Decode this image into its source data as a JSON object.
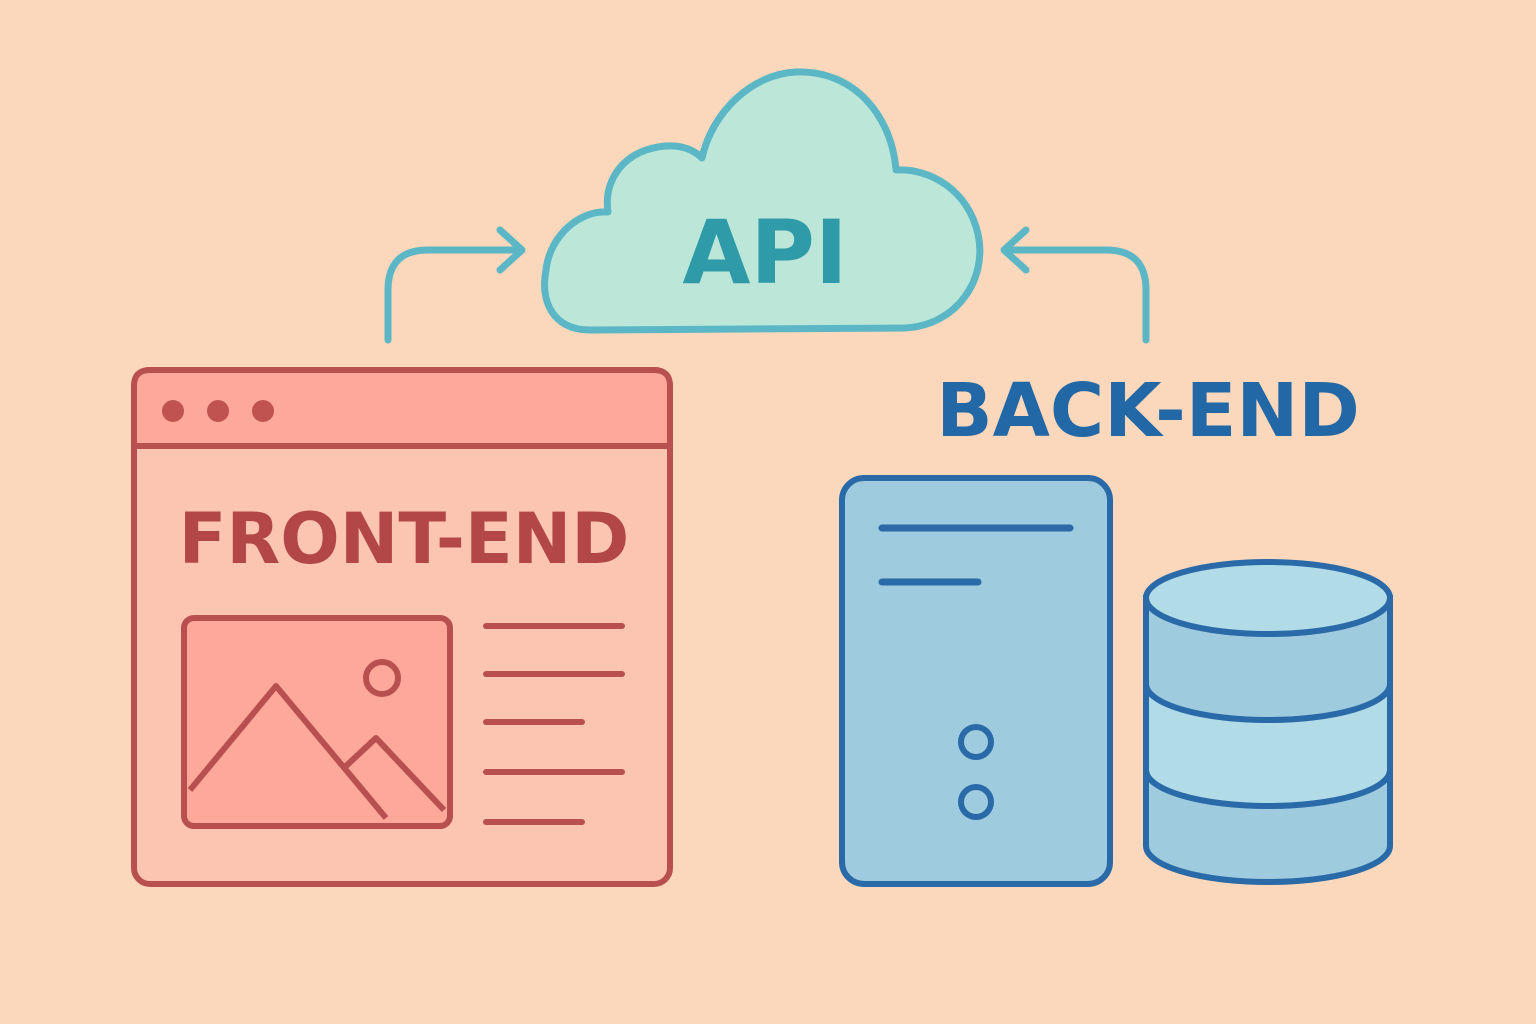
{
  "labels": {
    "api": "API",
    "front_end": "FRONT-END",
    "back_end": "BACK-END"
  },
  "colors": {
    "background": "#fbd8bb",
    "cloud_fill": "#bce7d8",
    "cloud_stroke": "#5bb7c5",
    "api_text": "#2f9aa8",
    "frontend_stroke": "#b8504f",
    "frontend_text": "#b34747",
    "frontend_fill": "#fcc5b2",
    "frontend_titlebar": "#fda89a",
    "backend_stroke": "#2a6aa8",
    "backend_text": "#2268a6",
    "backend_fill": "#9ecbdd",
    "database_fill_light": "#b1dbe7"
  },
  "icons": {
    "api": "cloud-icon",
    "front_end": "browser-window-icon",
    "image": "image-icon",
    "server": "server-icon",
    "database": "database-icon",
    "arrows": "arrow-icon"
  }
}
